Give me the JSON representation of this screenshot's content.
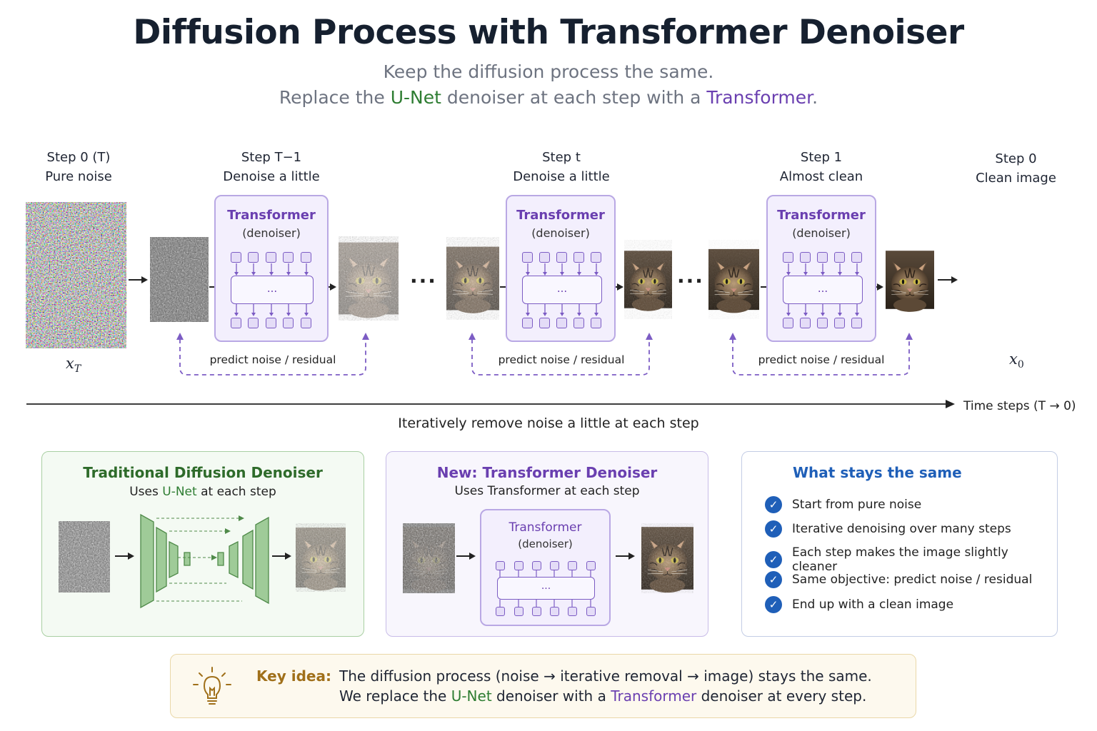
{
  "title": "Diffusion Process with Transformer Denoiser",
  "subtitle": {
    "line1": "Keep the diffusion process the same.",
    "line2_pre": "Replace the ",
    "line2_unet": "U-Net",
    "line2_mid": " denoiser at each step with a ",
    "line2_transformer": "Transformer",
    "line2_post": "."
  },
  "steps": [
    {
      "label": "Step 0 (T)",
      "desc": "Pure noise",
      "var": "x_T"
    },
    {
      "label": "Step T−1",
      "desc": "Denoise a little"
    },
    {
      "label": "Step t",
      "desc": "Denoise a little"
    },
    {
      "label": "Step 1",
      "desc": "Almost clean"
    },
    {
      "label": "Step 0",
      "desc": "Clean image",
      "var": "x_0"
    }
  ],
  "var_x": "x",
  "var_T": "T",
  "var_0": "0",
  "transformer_block": {
    "title": "Transformer",
    "subtitle": "(denoiser)",
    "inner": "...",
    "predict_label": "predict noise / residual"
  },
  "ellipsis": "...",
  "timeline": {
    "label": "Time steps (T → 0)",
    "caption": "Iteratively remove noise a little at each step"
  },
  "panels": {
    "traditional": {
      "title": "Traditional Diffusion Denoiser",
      "sub_pre": "Uses ",
      "sub_unet": "U-Net",
      "sub_post": " at each step"
    },
    "new": {
      "title": "New: Transformer Denoiser",
      "sub": "Uses Transformer at each step",
      "block_title": "Transformer",
      "block_sub": "(denoiser)",
      "inner": "..."
    },
    "same": {
      "title": "What stays the same",
      "items": [
        "Start from pure noise",
        "Iterative denoising over many steps",
        "Each step makes the image slightly cleaner",
        "Same objective: predict noise / residual",
        "End up with a clean image"
      ]
    }
  },
  "key_idea": {
    "label": "Key idea:",
    "line1": "The diffusion process (noise → iterative removal → image) stays the same.",
    "line2_pre": "We replace the ",
    "line2_unet": "U-Net",
    "line2_mid": " denoiser with a ",
    "line2_transformer": "Transformer",
    "line2_post": " denoiser at every step."
  },
  "colors": {
    "accent_purple": "#6a3fb0",
    "accent_green": "#2e7d32",
    "accent_blue": "#1f5fb8",
    "key_gold": "#a0701a"
  }
}
